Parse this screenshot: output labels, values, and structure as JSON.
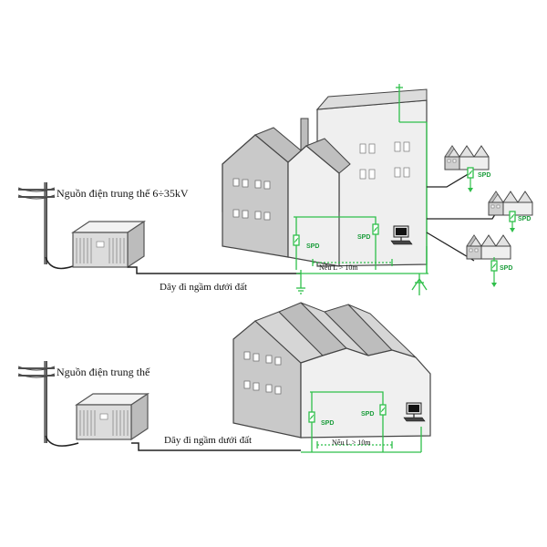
{
  "diagram": {
    "top": {
      "source_label": "Nguồn điện trung thế 6÷35kV",
      "cable_label": "Dây đi ngầm dưới đất",
      "distance_label": "Nếu L > 10m",
      "spd_labels": [
        "SPD",
        "SPD",
        "SPD",
        "SPD",
        "SPD"
      ]
    },
    "bottom": {
      "source_label": "Nguồn điện trung thế",
      "cable_label": "Dây đi ngầm dưới đất",
      "distance_label": "Nếu L > 10m",
      "spd_labels": [
        "SPD",
        "SPD"
      ]
    }
  },
  "colors": {
    "accent_green": "#2fbf4a",
    "building_light": "#e9e9e9",
    "building_mid": "#c9c9c9",
    "building_dark": "#a8a8a8",
    "line_dark": "#222222"
  }
}
